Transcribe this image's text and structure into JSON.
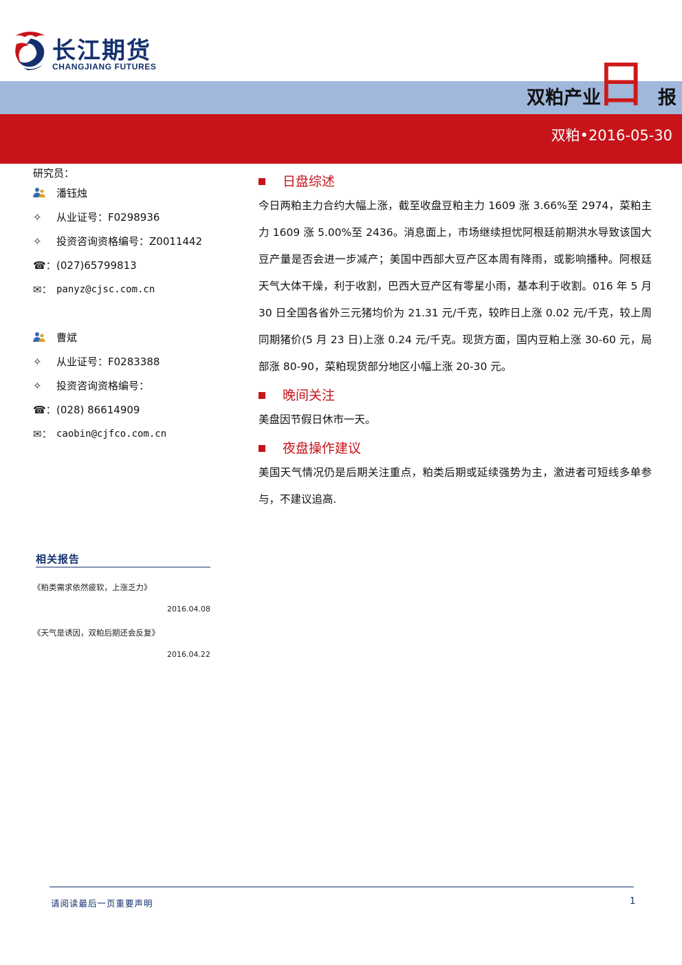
{
  "header": {
    "logo_cn": "长江期货",
    "logo_en": "CHANGJIANG FUTURES",
    "report_title": "双粕产业",
    "report_ri": "日",
    "report_bao": "报",
    "subtitle": "双粕•2016-05-30",
    "colors": {
      "blue_band": "#9fb8db",
      "red_band": "#c7141a",
      "brand_navy": "#14306e"
    }
  },
  "researchers": {
    "label": "研究员：",
    "people": [
      {
        "name": "潘钰烛",
        "license": "从业证号：F0298936",
        "consult": "投资咨询资格编号：Z0011442",
        "phone": "(027)65799813",
        "email": "panyz@cjsc.com.cn"
      },
      {
        "name": "曹斌",
        "license": "从业证号：F0283388",
        "consult": "投资咨询资格编号：",
        "phone": "(028) 86614909",
        "email": "caobin@cjfco.com.cn"
      }
    ],
    "icons": {
      "person": "person-icon",
      "diamond": "✧",
      "phone": "☎：",
      "mail": "✉："
    }
  },
  "related": {
    "title": "相关报告",
    "items": [
      {
        "title": "《粕类需求依然疲软，上涨乏力》",
        "date": "2016.04.08"
      },
      {
        "title": "《天气是诱因，双粕后期还会反复》",
        "date": "2016.04.22"
      }
    ]
  },
  "sections": [
    {
      "title": "日盘综述",
      "body": "今日两粕主力合约大幅上涨，截至收盘豆粕主力 1609 涨 3.66%至 2974，菜粕主力 1609 涨 5.00%至 2436。消息面上，市场继续担忧阿根廷前期洪水导致该国大豆产量是否会进一步减产；美国中西部大豆产区本周有降雨，或影响播种。阿根廷天气大体干燥，利于收割，巴西大豆产区有零星小雨，基本利于收割。016 年 5 月 30 日全国各省外三元猪均价为 21.31 元/千克，较昨日上涨 0.02 元/千克，较上周同期猪价(5 月 23 日)上涨 0.24 元/千克。现货方面，国内豆粕上涨 30-60 元，局部涨 80-90，菜粕现货部分地区小幅上涨 20-30 元。"
    },
    {
      "title": "晚间关注",
      "body": "美盘因节假日休市一天。"
    },
    {
      "title": "夜盘操作建议",
      "body": "美国天气情况仍是后期关注重点，粕类后期或延续强势为主，激进者可短线多单参与，不建议追高."
    }
  ],
  "footer": {
    "note": "请阅读最后一页重要声明",
    "page": "1"
  }
}
